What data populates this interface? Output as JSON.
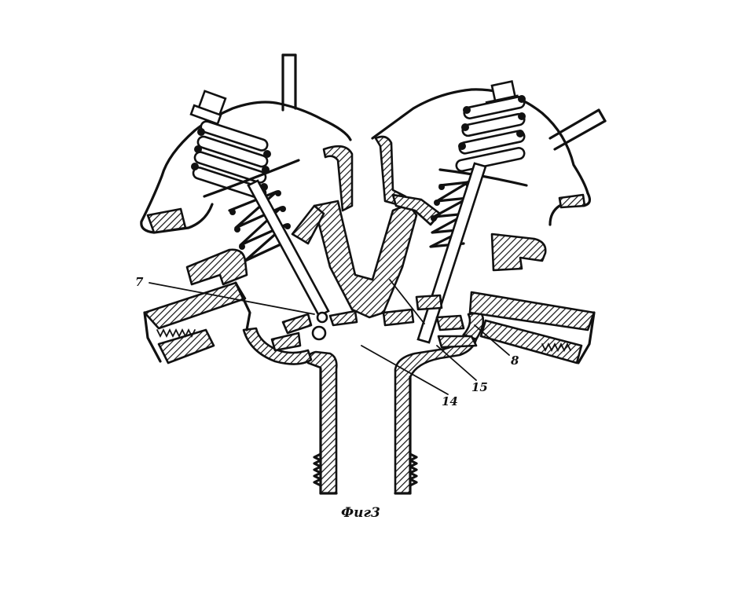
{
  "labels": {
    "part_7": "7",
    "part_8": "8",
    "part_14": "14",
    "part_15": "15"
  },
  "caption": "Фиг3"
}
